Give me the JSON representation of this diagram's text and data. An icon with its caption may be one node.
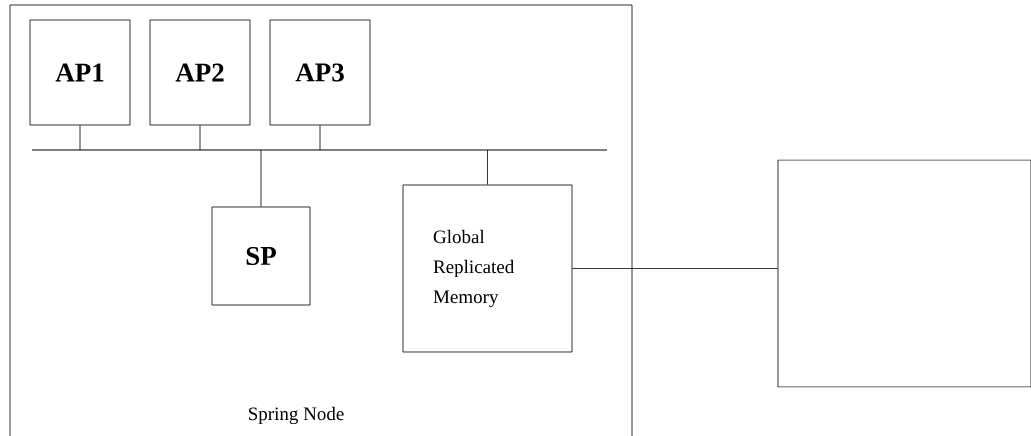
{
  "diagram": {
    "nodes": [
      {
        "text": [
          "Spring Node"
        ]
      },
      {
        "text": [
          "AP1"
        ],
        "in": 0
      },
      {
        "text": [
          "AP2"
        ],
        "in": 0
      },
      {
        "text": [
          "AP3"
        ],
        "in": 0
      },
      {
        "text": [],
        "shape": "bar",
        "in": 0
      },
      {
        "text": [
          "SP"
        ],
        "in": 0
      },
      {
        "text": [
          "Global Replicated Memory"
        ],
        "in": 0
      },
      {
        "text": [],
        "shape": "box"
      }
    ],
    "edges": [
      {
        "from": 1,
        "to": 4,
        "arrow": "none"
      },
      {
        "from": 2,
        "to": 4,
        "arrow": "none"
      },
      {
        "from": 3,
        "to": 4,
        "arrow": "none"
      },
      {
        "from": 4,
        "to": 5,
        "arrow": "none"
      },
      {
        "from": 4,
        "to": 6,
        "arrow": "none"
      },
      {
        "from": 6,
        "to": 7,
        "arrow": "none"
      }
    ]
  }
}
